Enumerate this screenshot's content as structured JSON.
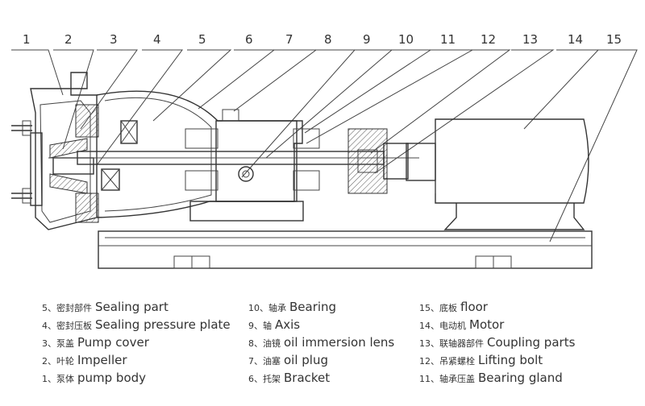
{
  "callouts": [
    "1",
    "2",
    "3",
    "4",
    "5",
    "6",
    "7",
    "8",
    "9",
    "10",
    "11",
    "12",
    "13",
    "14",
    "15"
  ],
  "legend": {
    "col1": [
      {
        "zh": "5、密封部件",
        "en": "Sealing part"
      },
      {
        "zh": "4、密封压板",
        "en": "Sealing pressure plate"
      },
      {
        "zh": "3、泵盖",
        "en": "Pump cover"
      },
      {
        "zh": "2、叶轮",
        "en": "Impeller"
      },
      {
        "zh": "1、泵体",
        "en": "pump body"
      }
    ],
    "col2": [
      {
        "zh": "10、轴承",
        "en": "Bearing"
      },
      {
        "zh": "9、轴",
        "en": "Axis"
      },
      {
        "zh": "8、油镜",
        "en": "oil immersion lens"
      },
      {
        "zh": "7、油塞",
        "en": "oil plug"
      },
      {
        "zh": "6、托架",
        "en": "Bracket"
      }
    ],
    "col3": [
      {
        "zh": "15、底板",
        "en": "floor"
      },
      {
        "zh": "14、电动机",
        "en": "Motor"
      },
      {
        "zh": "13、联轴器部件",
        "en": "Coupling parts"
      },
      {
        "zh": "12、吊紧螺栓",
        "en": "Lifting bolt"
      },
      {
        "zh": "11、轴承压盖",
        "en": "Bearing gland"
      }
    ]
  }
}
